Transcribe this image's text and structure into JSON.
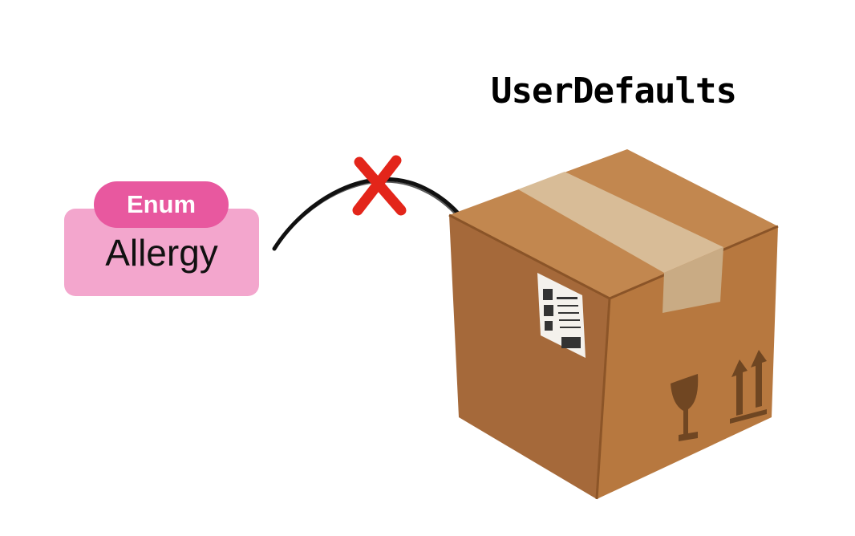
{
  "diagram": {
    "title": "UserDefaults",
    "type_badge": "Enum",
    "type_name": "Allergy",
    "colors": {
      "card": "#f3a6cd",
      "badge": "#e8589f",
      "cross": "#e3251a",
      "arrow": "#111111"
    },
    "icons": {
      "storage": "cardboard-box-icon",
      "blocked": "cross-mark-icon"
    }
  }
}
